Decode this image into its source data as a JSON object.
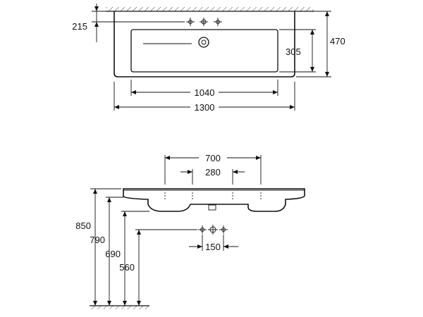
{
  "diagram": {
    "top_view": {
      "width_overall": "1300",
      "width_basin": "1040",
      "depth_overall": "470",
      "depth_basin": "305",
      "tap_hole_offset": "215"
    },
    "front_view": {
      "tap_spacing_outer": "700",
      "tap_spacing_inner": "280",
      "height_top": "850",
      "height_rim": "790",
      "height_underside": "690",
      "height_waste": "560",
      "waste_spacing": "150"
    }
  }
}
